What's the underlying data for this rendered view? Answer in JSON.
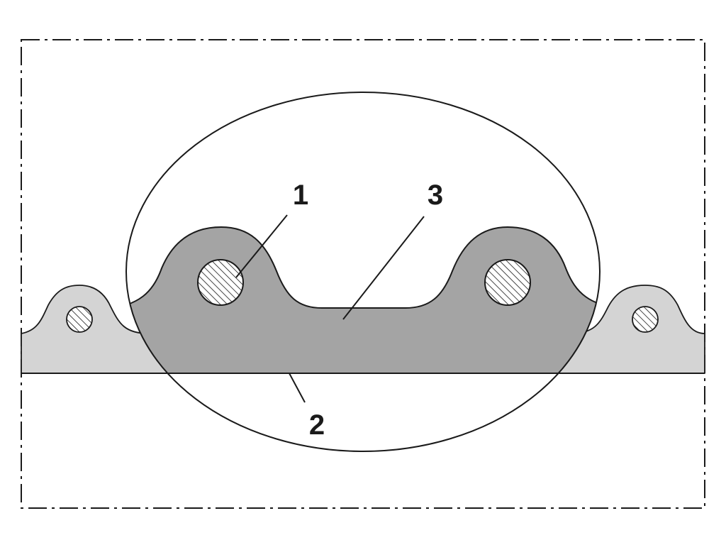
{
  "callouts": {
    "one": "1",
    "two": "2",
    "three": "3"
  },
  "colors": {
    "background": "#ffffff",
    "outline": "#1a1a1a",
    "detail_fill": "#a4a4a4",
    "hose_fill": "#d4d4d4",
    "wire_fill": "#ffffff"
  }
}
